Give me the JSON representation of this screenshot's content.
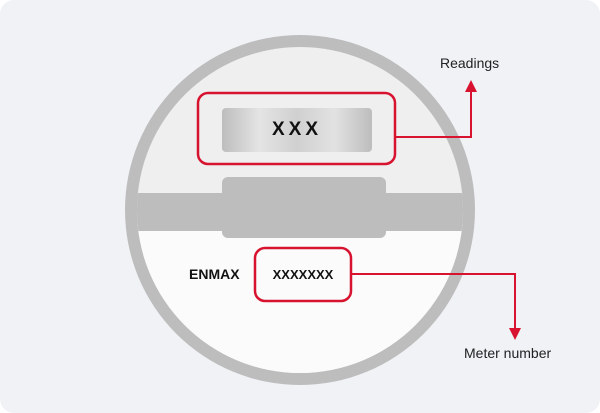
{
  "labels": {
    "readings": "Readings",
    "meter_number": "Meter number"
  },
  "meter": {
    "brand": "ENMAX",
    "display_value": "XXX",
    "serial_number": "XXXXXXX"
  },
  "colors": {
    "background": "#f0f2f6",
    "meter_ring": "#bdbdbd",
    "meter_face": "#eeeeee",
    "highlight": "#d7132f"
  }
}
